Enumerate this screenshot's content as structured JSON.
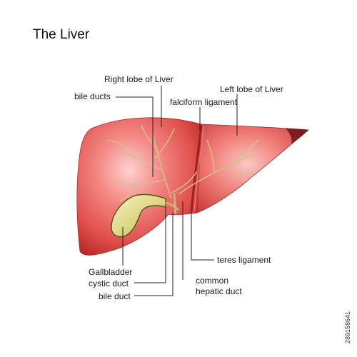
{
  "title": "The Liver",
  "labels": {
    "right_lobe": "Right lobe of Liver",
    "bile_ducts": "bile ducts",
    "left_lobe": "Left lobe of Liver",
    "falciform": "falciform ligament",
    "teres": "teres ligament",
    "gallbladder": "Gallbladder",
    "cystic_duct": "cystic duct",
    "bile_duct": "bile duct",
    "common_hepatic_1": "common",
    "common_hepatic_2": "hepatic duct"
  },
  "stock_id": "289158641",
  "colors": {
    "liver_light": "#f48a86",
    "liver_mid": "#e0504c",
    "liver_dark": "#b82a2a",
    "duct": "#d8c690",
    "gallbladder": "#e8e49a",
    "gallbladder_outline": "#5a5218",
    "leader": "#222222"
  }
}
